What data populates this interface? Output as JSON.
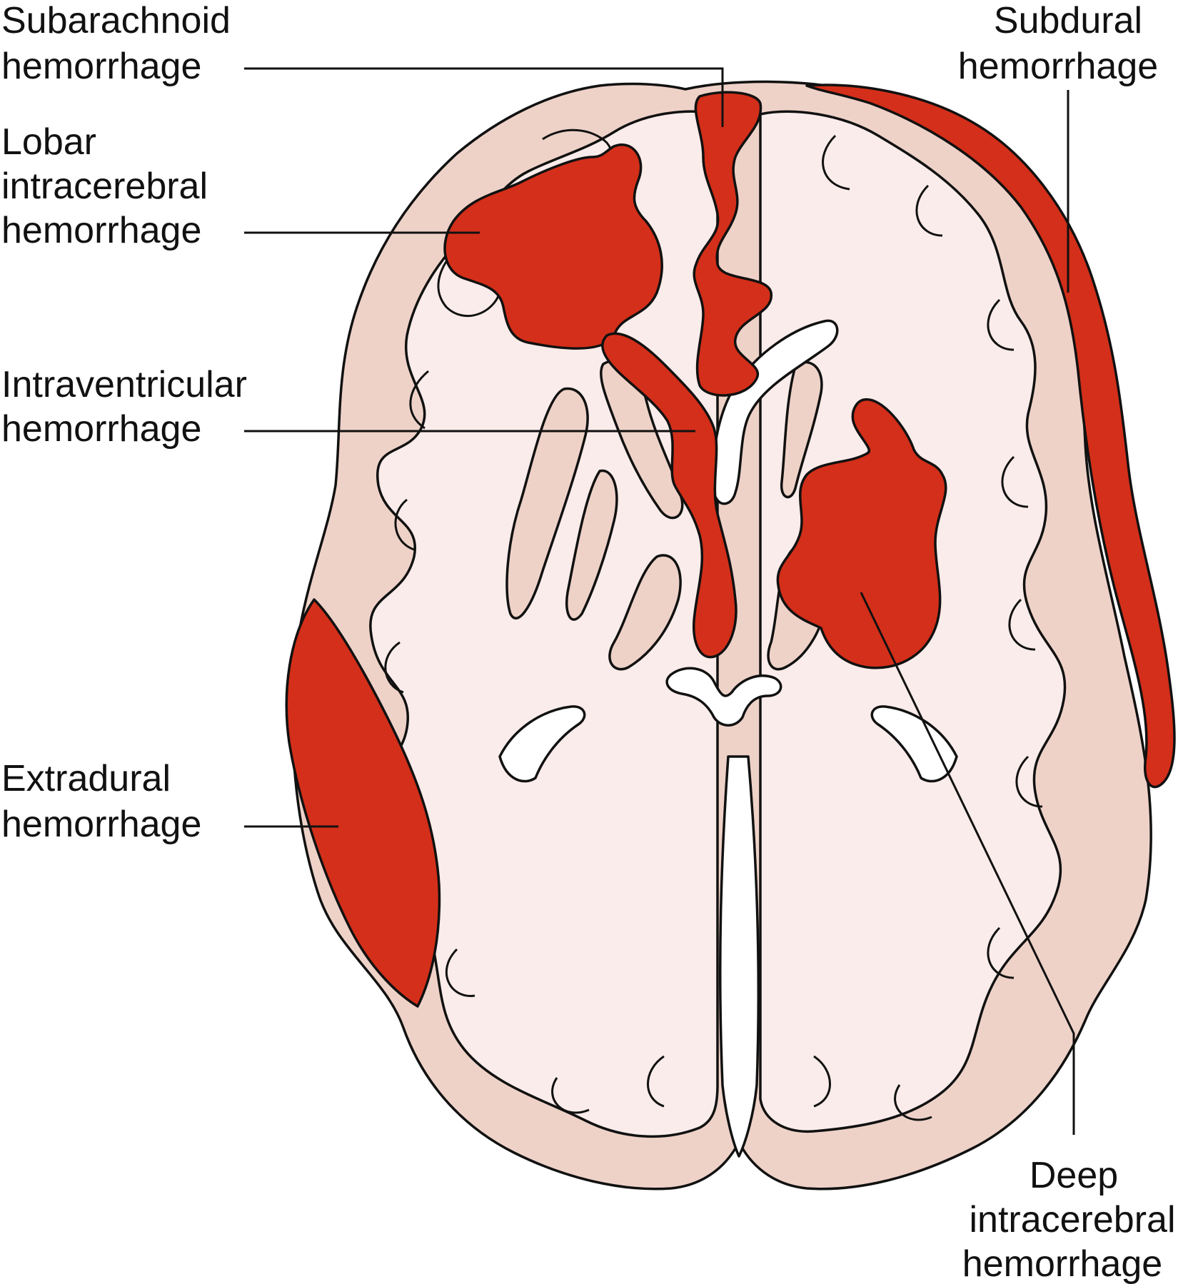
{
  "labels": {
    "subarachnoid": {
      "line1": "Subarachnoid",
      "line2": "hemorrhage"
    },
    "subdural": {
      "line1": "Subdural",
      "line2": "hemorrhage"
    },
    "lobar": {
      "line1": "Lobar",
      "line2": "intracerebral",
      "line3": "hemorrhage"
    },
    "intraventricular": {
      "line1": "Intraventricular",
      "line2": "hemorrhage"
    },
    "extradural": {
      "line1": "Extradural",
      "line2": "hemorrhage"
    },
    "deep": {
      "line1": "Deep",
      "line2": "intracerebral",
      "line3": "hemorrhage"
    }
  },
  "colors": {
    "cortex": "#eed2c8",
    "white_matter": "#faecea",
    "hemorrhage": "#d42f1a",
    "ventricle": "#ffffff",
    "outline": "#111111"
  }
}
